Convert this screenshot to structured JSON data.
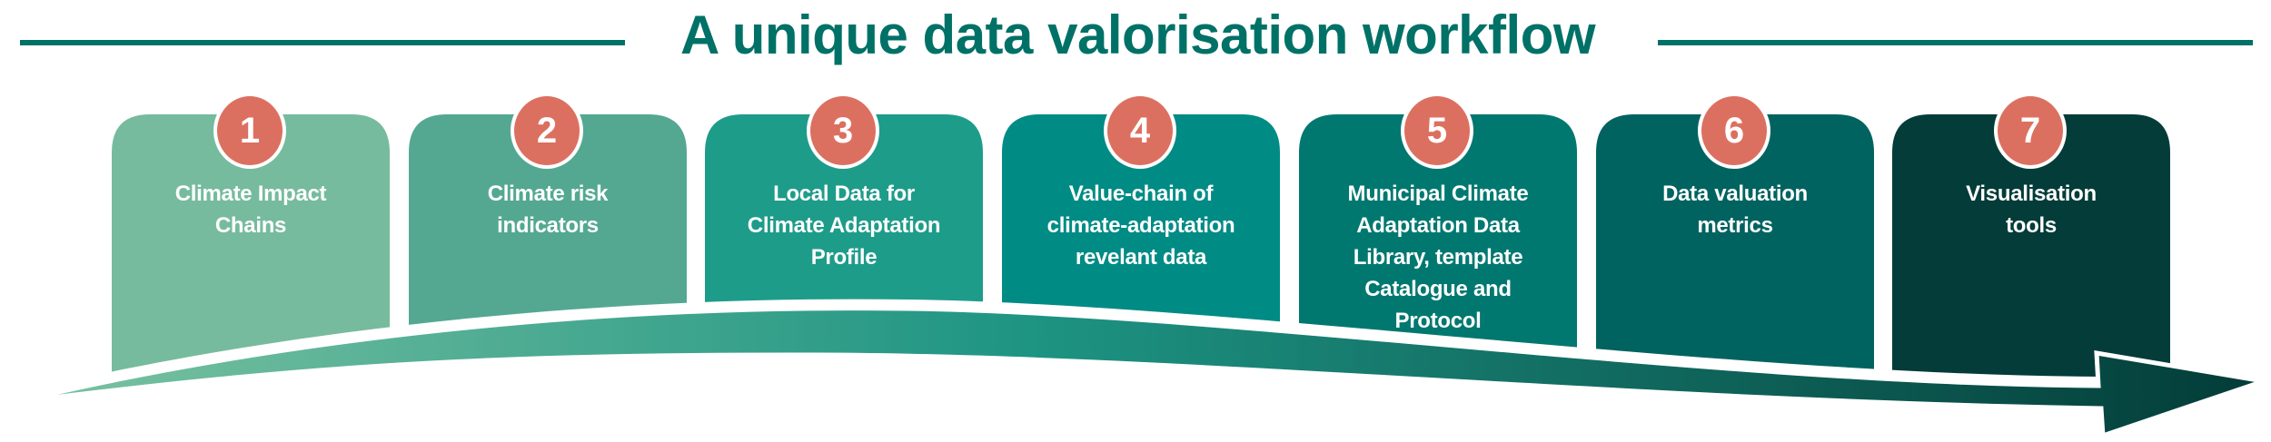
{
  "title": "A unique data valorisation workflow",
  "colors": {
    "title": "#007167",
    "badge": "#dc7060",
    "cards": [
      "#76bb9d",
      "#54a892",
      "#1e9c8a",
      "#008b85",
      "#007870",
      "#006360",
      "#033c38"
    ],
    "arrow_gradient": [
      "#7cc3a2",
      "#1e9483",
      "#033c38"
    ]
  },
  "steps": [
    {
      "number": "1",
      "label": "Climate Impact\nChains"
    },
    {
      "number": "2",
      "label": "Climate risk\nindicators"
    },
    {
      "number": "3",
      "label": "Local Data for\nClimate Adaptation\nProfile"
    },
    {
      "number": "4",
      "label": "Value-chain of\nclimate-adaptation\nrevelant data"
    },
    {
      "number": "5",
      "label": "Municipal Climate\nAdaptation Data\nLibrary, template\nCatalogue and\nProtocol"
    },
    {
      "number": "6",
      "label": "Data valuation\nmetrics"
    },
    {
      "number": "7",
      "label": "Visualisation\ntools"
    }
  ]
}
